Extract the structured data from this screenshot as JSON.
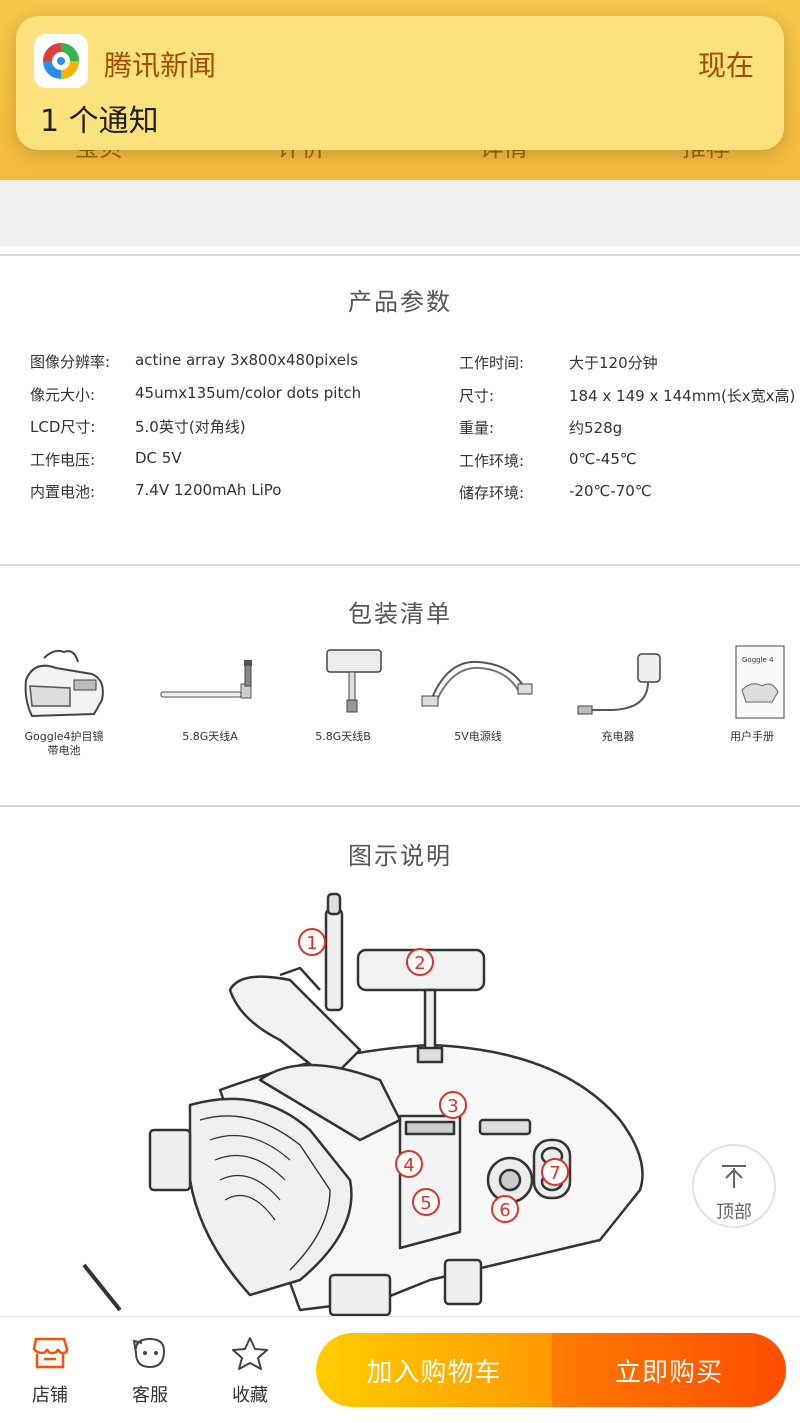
{
  "colors": {
    "accent_orange": "#ff5000",
    "cart_gradient": [
      "#ffcc00",
      "#ff9a00"
    ],
    "buy_gradient": [
      "#ff7a00",
      "#ff4d00"
    ],
    "notification_bg": "#fbe27c",
    "marker_red": "#d9342b"
  },
  "tabs": [
    "宝贝",
    "评价",
    "详情",
    "推荐"
  ],
  "notification": {
    "app_icon": "tencent-news-icon",
    "app_name": "腾讯新闻",
    "time": "现在",
    "message": "1 个通知"
  },
  "params": {
    "title": "产品参数",
    "left": [
      {
        "label": "图像分辨率:",
        "value": "actine array 3x800x480pixels"
      },
      {
        "label": "像元大小:",
        "value": "45umx135um/color dots pitch"
      },
      {
        "label": "LCD尺寸:",
        "value": "5.0英寸(对角线)"
      },
      {
        "label": "工作电压:",
        "value": "DC 5V"
      },
      {
        "label": "内置电池:",
        "value": "7.4V 1200mAh LiPo"
      }
    ],
    "right": [
      {
        "label": "工作时间:",
        "value": "大于120分钟"
      },
      {
        "label": "尺寸:",
        "value": "184 x 149 x 144mm(长x宽x高)"
      },
      {
        "label": "重量:",
        "value": "约528g"
      },
      {
        "label": "工作环境:",
        "value": "0℃-45℃"
      },
      {
        "label": "储存环境:",
        "value": "-20℃-70℃"
      }
    ]
  },
  "package": {
    "title": "包装清单",
    "items": [
      {
        "label": "Goggle4护目镜\n带电池",
        "icon": "goggle-icon"
      },
      {
        "label": "5.8G天线A",
        "icon": "antenna-a-icon"
      },
      {
        "label": "5.8G天线B",
        "icon": "antenna-b-icon"
      },
      {
        "label": "5V电源线",
        "icon": "usb-cable-icon"
      },
      {
        "label": "充电器",
        "icon": "charger-icon"
      },
      {
        "label": "用户手册",
        "icon": "manual-icon"
      }
    ],
    "manual_cover_text": "Goggle 4"
  },
  "diagram": {
    "title": "图示说明",
    "markers": [
      "1",
      "2",
      "3",
      "4",
      "5",
      "6",
      "7"
    ]
  },
  "back_to_top": {
    "label": "顶部",
    "icon": "arrow-up-icon"
  },
  "bottom_bar": {
    "store": {
      "label": "店铺",
      "icon": "store-icon"
    },
    "service": {
      "label": "客服",
      "icon": "service-icon"
    },
    "favorite": {
      "label": "收藏",
      "icon": "star-icon"
    },
    "cart_button": "加入购物车",
    "buy_button": "立即购买"
  }
}
